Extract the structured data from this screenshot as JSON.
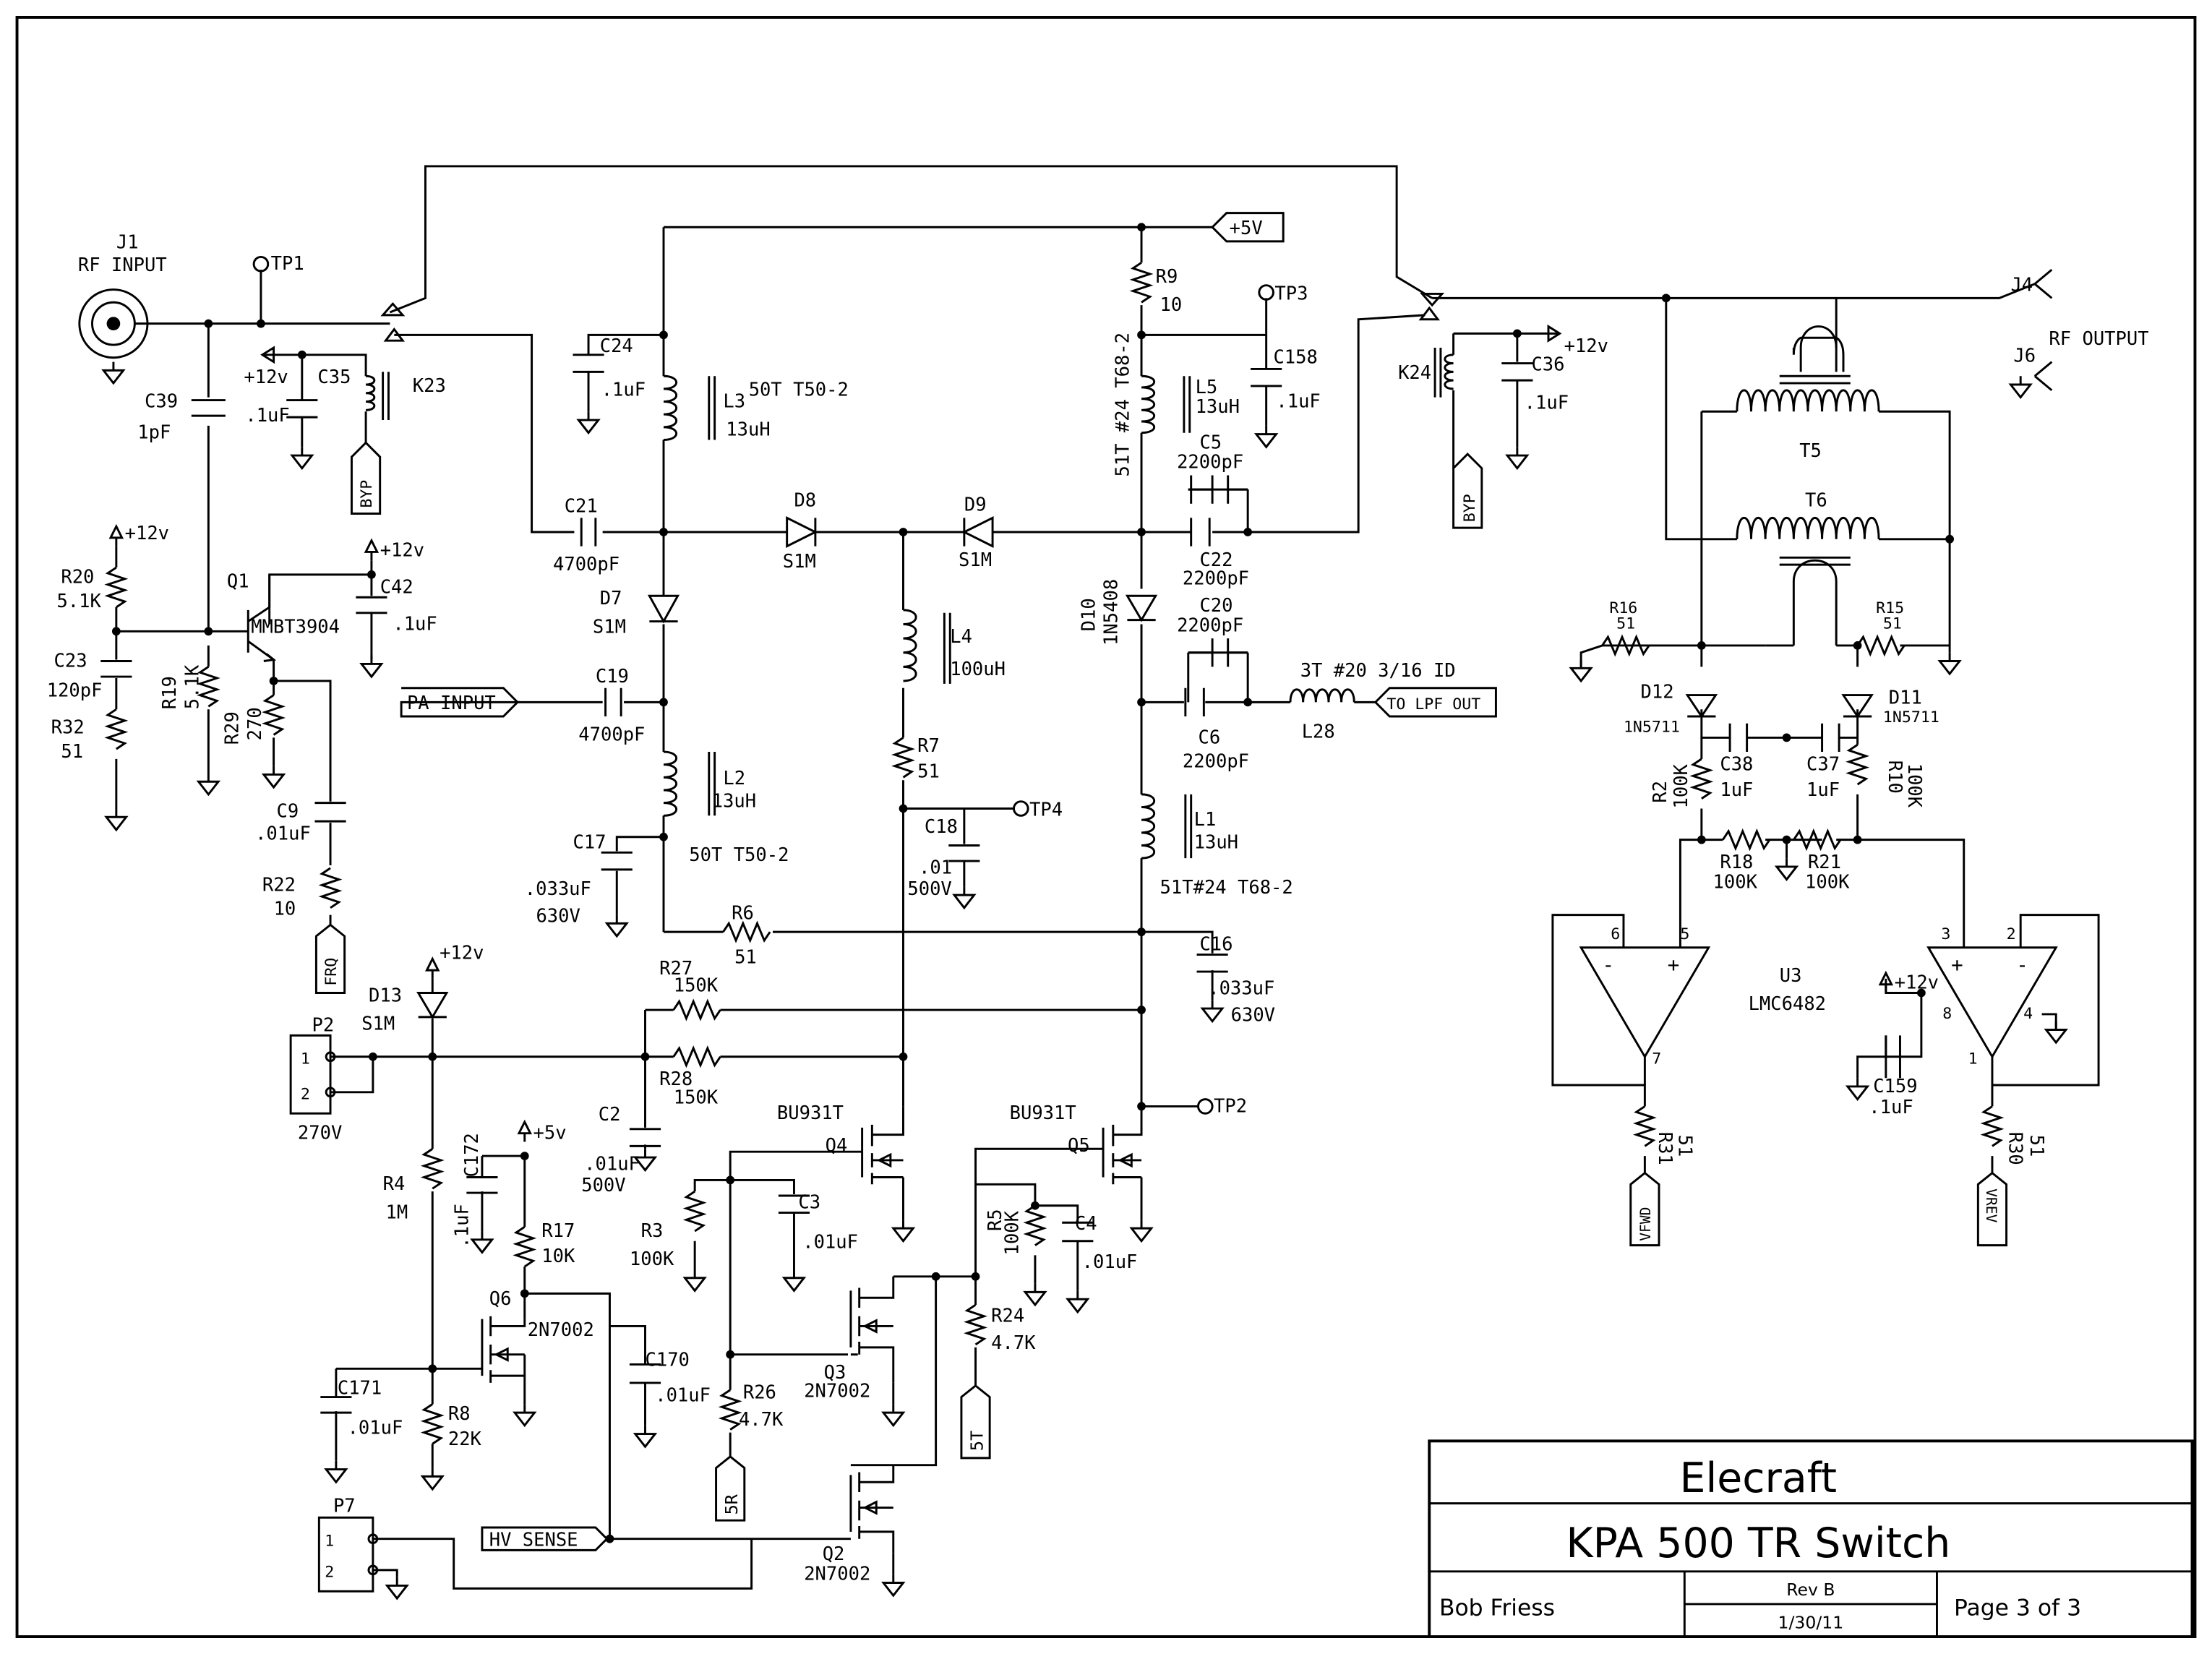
{
  "title_block": {
    "company": "Elecraft",
    "title": "KPA 500 TR Switch",
    "author": "Bob Friess",
    "rev": "Rev B",
    "date": "1/30/11",
    "page": "Page 3 of 3"
  },
  "nets": {
    "vcc12": "+12v",
    "vcc5_flag": "+5V",
    "vcc5": "+5v",
    "byp": "BYP",
    "frq": "FRQ",
    "pa_input": "PA INPUT",
    "to_lpf": "TO LPF OUT",
    "hv_sense": "HV SENSE",
    "n5r": "5R",
    "n5t": "5T",
    "vfwd": "VFWD",
    "vrev": "VREV"
  },
  "connectors": {
    "J1": "J1",
    "J1_name": "RF INPUT",
    "J4": "J4",
    "J6": "J6",
    "J46_name": "RF OUTPUT",
    "P2": "P2",
    "P2_volt": "270V",
    "P7": "P7",
    "pin1": "1",
    "pin2": "2"
  },
  "testpoints": {
    "TP1": "TP1",
    "TP2": "TP2",
    "TP3": "TP3",
    "TP4": "TP4"
  },
  "labels": {
    "C39": "C39",
    "C39v": "1pF",
    "C35": "C35",
    "C35v": ".1uF",
    "K23": "K23",
    "K24": "K24",
    "R20": "R20",
    "R20v": "5.1K",
    "C23": "C23",
    "C23v": "120pF",
    "R32": "R32",
    "R32v": "51",
    "Q1": "Q1",
    "Q1t": "MMBT3904",
    "R19": "R19",
    "R19v": "5.1K",
    "R29": "R29",
    "R29v": "270",
    "C42": "C42",
    "C42v": ".1uF",
    "C9": "C9",
    "C9v": ".01uF",
    "R22": "R22",
    "R22v": "10",
    "C24": "C24",
    "C24v": ".1uF",
    "L3": "L3",
    "L3v": "13uH",
    "L3w": "50T T50-2",
    "C21": "C21",
    "C21v": "4700pF",
    "D7": "D7",
    "D7v": "S1M",
    "D8": "D8",
    "D8v": "S1M",
    "D9": "D9",
    "D9v": "S1M",
    "C19": "C19",
    "C19v": "4700pF",
    "L2": "L2",
    "L2v": "13uH",
    "L2w": "50T T50-2",
    "C17": "C17",
    "C17v": ".033uF",
    "C17r": "630V",
    "L4": "L4",
    "L4v": "100uH",
    "R7": "R7",
    "R7v": "51",
    "C18": "C18",
    "C18v": ".01",
    "C18r": "500V",
    "R6": "R6",
    "R6v": "51",
    "R9": "R9",
    "R9v": "10",
    "L5": "L5",
    "L5v": "13uH",
    "L5w": "51T #24 T68-2",
    "C158": "C158",
    "C158v": ".1uF",
    "C5": "C5",
    "C5v": "2200pF",
    "C22": "C22",
    "C22v": "2200pF",
    "D10": "D10",
    "D10v": "1N5408",
    "C20": "C20",
    "C20v": "2200pF",
    "C6": "C6",
    "C6v": "2200pF",
    "L28": "L28",
    "L28w": "3T #20 3/16 ID",
    "L1": "L1",
    "L1v": "13uH",
    "L1w": "51T#24 T68-2",
    "C16": "C16",
    "C16v": ".033uF",
    "C16r": "630V",
    "C36": "C36",
    "C36v": ".1uF",
    "T5": "T5",
    "T6": "T6",
    "R16": "R16",
    "R16v": "51",
    "R15": "R15",
    "R15v": "51",
    "D12": "D12",
    "D12v": "1N5711",
    "D11": "D11",
    "D11v": "1N5711",
    "C38": "C38",
    "C38v": "1uF",
    "C37": "C37",
    "C37v": "1uF",
    "R2": "R2",
    "R2v": "100K",
    "R10": "R10",
    "R10v": "100K",
    "R18": "R18",
    "R18v": "100K",
    "R21": "R21",
    "R21v": "100K",
    "U3": "U3",
    "U3t": "LMC6482",
    "C159": "C159",
    "C159v": ".1uF",
    "R31": "R31",
    "R31v": "51",
    "R30": "R30",
    "R30v": "51",
    "D13": "D13",
    "D13v": "S1M",
    "R27": "R27",
    "R27v": "150K",
    "R28": "R28",
    "R28v": "150K",
    "C2": "C2",
    "C2v": ".01uF",
    "C2r": "500V",
    "R4": "R4",
    "R4v": "1M",
    "C172": "C172",
    "C172v": ".1uF",
    "R17": "R17",
    "R17v": "10K",
    "Q4": "Q4",
    "Q4t": "BU931T",
    "Q5": "Q5",
    "Q5t": "BU931T",
    "R3": "R3",
    "R3v": "100K",
    "C3": "C3",
    "C3v": ".01uF",
    "R5": "R5",
    "R5v": "100K",
    "C4": "C4",
    "C4v": ".01uF",
    "Q6": "Q6",
    "Q6t": "2N7002",
    "Q3": "Q3",
    "Q3t": "2N7002",
    "Q2": "Q2",
    "Q2t": "2N7002",
    "C170": "C170",
    "C170v": ".01uF",
    "C171": "C171",
    "C171v": ".01uF",
    "R8": "R8",
    "R8v": "22K",
    "R26": "R26",
    "R26v": "4.7K",
    "R24": "R24",
    "R24v": "4.7K",
    "opA5": "5",
    "opA6": "6",
    "opA7": "7",
    "opB1": "1",
    "opB2": "2",
    "opB3": "3",
    "opB4": "4",
    "opB8": "8",
    "plus": "+",
    "minus": "-"
  }
}
